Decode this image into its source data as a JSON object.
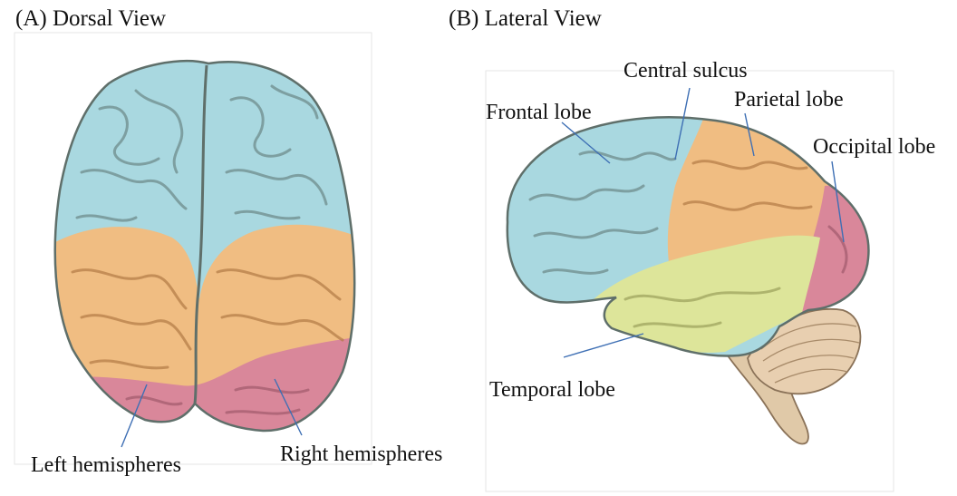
{
  "panels": {
    "dorsal": {
      "title": "(A) Dorsal  View",
      "labels": {
        "left_hemisphere": "Left hemispheres",
        "right_hemisphere": "Right hemispheres"
      }
    },
    "lateral": {
      "title": "(B) Lateral  View",
      "labels": {
        "central_sulcus": "Central sulcus",
        "frontal_lobe": "Frontal lobe",
        "parietal_lobe": "Parietal lobe",
        "occipital_lobe": "Occipital lobe",
        "temporal_lobe": "Temporal lobe"
      }
    }
  },
  "colors": {
    "frontal": "#a9d8e0",
    "parietal": "#f0bd82",
    "occipital": "#d9879a",
    "temporal": "#dde59a",
    "cerebellum": "#e8cfb0",
    "outline": "#5f6f6a",
    "leader_line": "#3e6fb4"
  }
}
